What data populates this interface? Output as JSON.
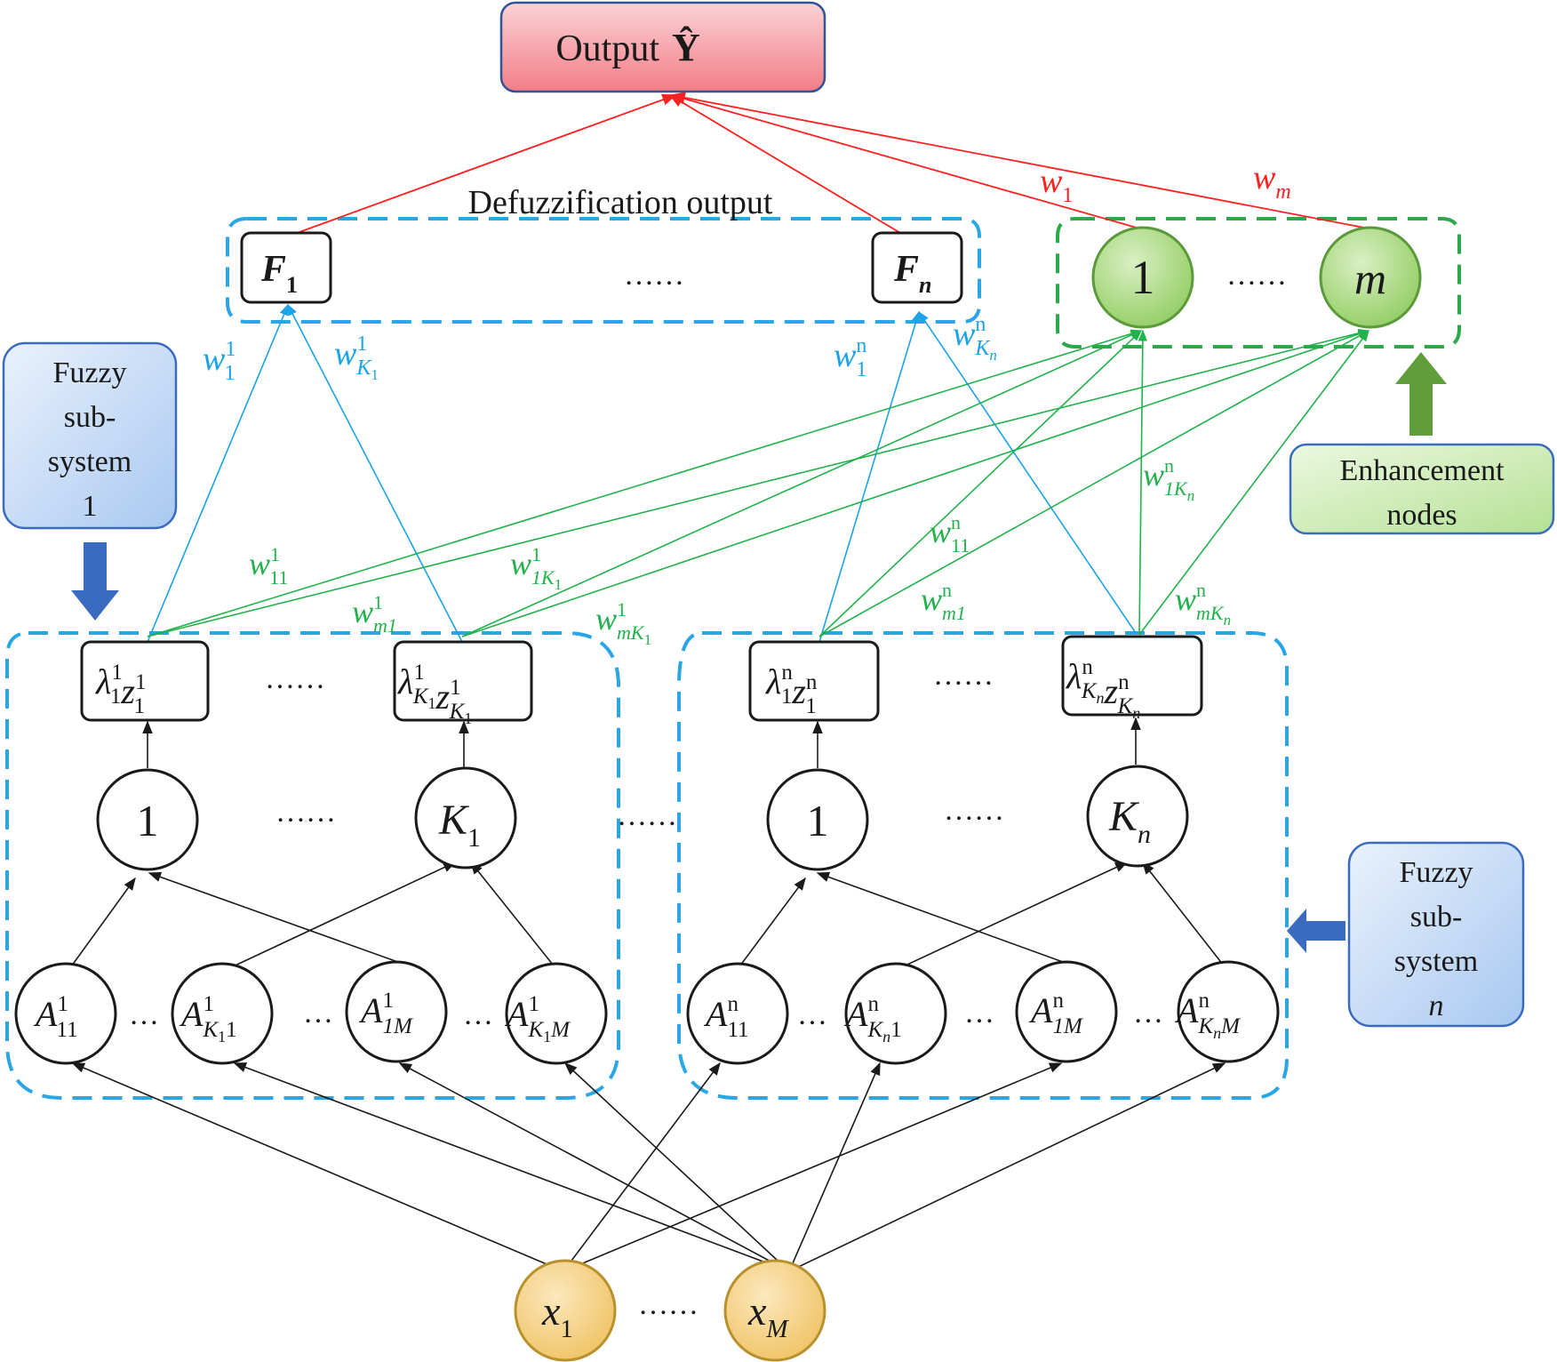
{
  "colors": {
    "black": "#1a1a1a",
    "blue": "#1aa3e8",
    "blue_dash": "#2aa6e6",
    "green": "#21b24b",
    "green_dash": "#2aa84a",
    "red": "#ff2020",
    "output_fill": "#f6a0a6",
    "output_stroke": "#2f5597",
    "sub_fill": "#c6dcf7",
    "enh_fill": "#c8ecb0",
    "enh_node_fill": "#a6d87a",
    "input_fill": "#f6d48a",
    "arrow_blue": "#3b6bbf",
    "arrow_green": "#5f9e3a"
  },
  "labels": {
    "output_box": {
      "main": "Output",
      "symbol": "Ŷ"
    },
    "defuzzification": "Defuzzification output",
    "fuzzy_sub1": [
      "Fuzzy",
      "sub-",
      "system",
      "1"
    ],
    "fuzzy_subn": [
      "Fuzzy",
      "sub-",
      "system",
      "n"
    ],
    "enhancement": [
      "Enhancement",
      "nodes"
    ],
    "dots": "……",
    "dots_short": "…"
  },
  "defuzz_nodes": [
    {
      "base": "F",
      "sub": "1"
    },
    {
      "base": "F",
      "sub": "n"
    }
  ],
  "enhancement_nodes": [
    "1",
    "m"
  ],
  "output_weights": [
    {
      "base": "w",
      "sub": "1"
    },
    {
      "base": "w",
      "sub": "m"
    }
  ],
  "blue_weights": [
    {
      "base": "w",
      "sup": "1",
      "sub": "1"
    },
    {
      "base": "w",
      "sup": "1",
      "sub": "K",
      "subsub": "1"
    },
    {
      "base": "w",
      "sup": "n",
      "sub": "1"
    },
    {
      "base": "w",
      "sup": "n",
      "sub": "K",
      "subsub": "n"
    }
  ],
  "green_weights": [
    {
      "base": "w",
      "sup": "1",
      "sub": "11"
    },
    {
      "base": "w",
      "sup": "1",
      "sub": "1K",
      "subsub": "1"
    },
    {
      "base": "w",
      "sup": "1",
      "sub": "m1"
    },
    {
      "base": "w",
      "sup": "1",
      "sub": "mK",
      "subsub": "1"
    },
    {
      "base": "w",
      "sup": "n",
      "sub": "1K",
      "subsub": "n"
    },
    {
      "base": "w",
      "sup": "n",
      "sub": "11"
    },
    {
      "base": "w",
      "sup": "n",
      "sub": "m1"
    },
    {
      "base": "w",
      "sup": "n",
      "sub": "mK",
      "subsub": "n"
    }
  ],
  "product_nodes": [
    {
      "lam": "λ",
      "sup": "1",
      "sub": "1",
      "z": "z",
      "zsup": "1",
      "zsub": "1"
    },
    {
      "lam": "λ",
      "sup": "1",
      "sub": "K",
      "subsub": "1",
      "z": "z",
      "zsup": "1",
      "zsub": "K",
      "zsubsub": "1"
    },
    {
      "lam": "λ",
      "sup": "n",
      "sub": "1",
      "z": "z",
      "zsup": "n",
      "zsub": "1"
    },
    {
      "lam": "λ",
      "sup": "n",
      "sub": "K",
      "subsub": "n",
      "z": "z",
      "zsup": "n",
      "zsub": "K",
      "zsubsub": "n"
    }
  ],
  "rule_nodes": [
    {
      "base": "1"
    },
    {
      "base": "K",
      "sub": "1"
    },
    {
      "base": "1"
    },
    {
      "base": "K",
      "sub": "n"
    }
  ],
  "membership_nodes": [
    {
      "base": "A",
      "sup": "1",
      "sub": "11"
    },
    {
      "base": "A",
      "sup": "1",
      "sub": "K",
      "subsub": "1",
      "tail": "1"
    },
    {
      "base": "A",
      "sup": "1",
      "sub": "1M"
    },
    {
      "base": "A",
      "sup": "1",
      "sub": "K",
      "subsub": "1",
      "tail": "M"
    },
    {
      "base": "A",
      "sup": "n",
      "sub": "11"
    },
    {
      "base": "A",
      "sup": "n",
      "sub": "K",
      "subsub": "n",
      "tail": "1"
    },
    {
      "base": "A",
      "sup": "n",
      "sub": "1M"
    },
    {
      "base": "A",
      "sup": "n",
      "sub": "K",
      "subsub": "n",
      "tail": "M"
    }
  ],
  "input_nodes": [
    {
      "base": "x",
      "sub": "1"
    },
    {
      "base": "x",
      "sub": "M"
    }
  ]
}
